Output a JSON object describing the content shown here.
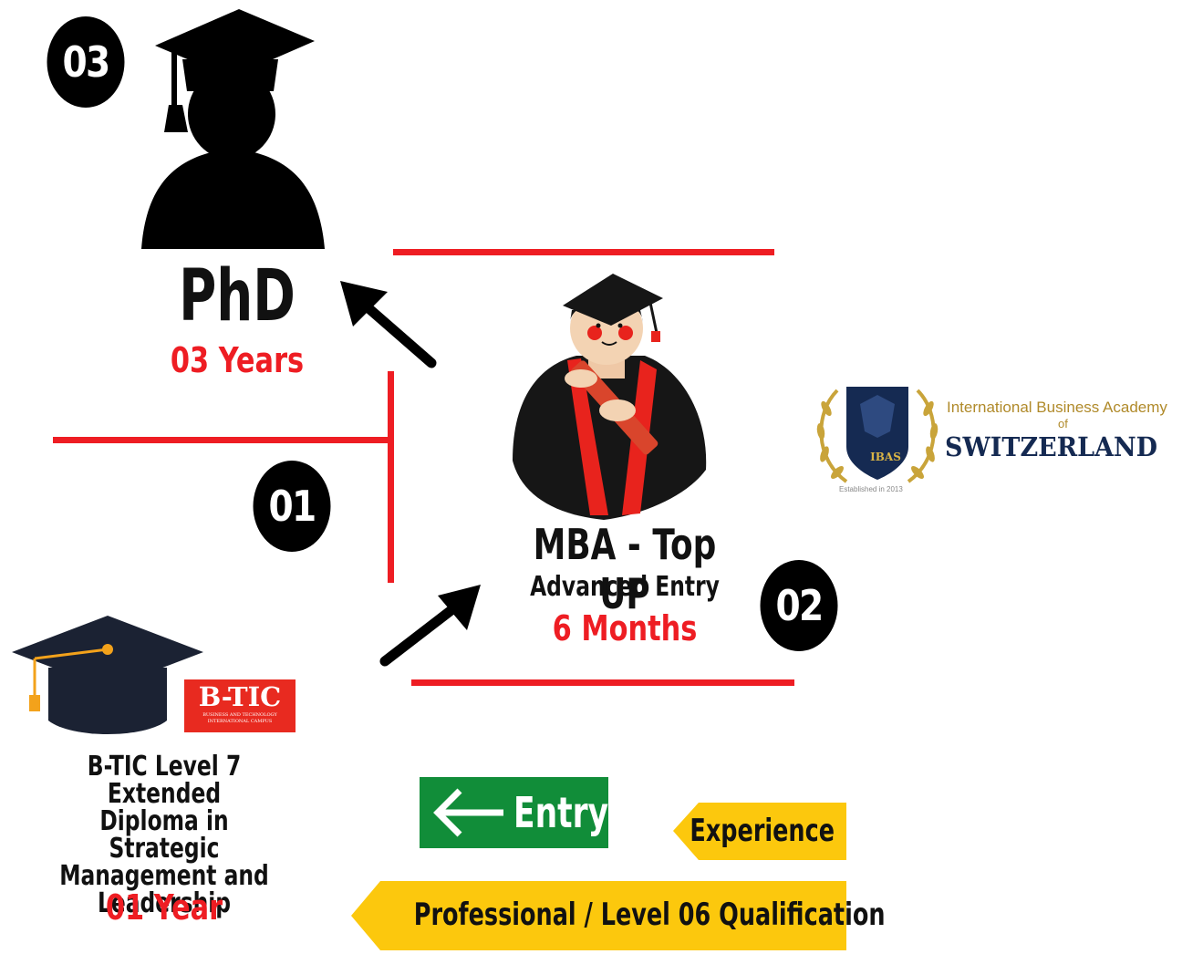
{
  "badges": {
    "step1": "01",
    "step2": "02",
    "step3": "03"
  },
  "phd": {
    "title": "PhD",
    "duration": "03 Years"
  },
  "mba": {
    "title": "MBA - Top UP",
    "subtitle": "Advanced Entry",
    "duration": "6 Months"
  },
  "btic": {
    "title_lines": [
      "B-TIC Level 7 Extended",
      "Diploma in Strategic",
      "Management and",
      "Leadership"
    ],
    "duration": "01 Year",
    "logo_text": "B-TIC",
    "logo_sub_lines": [
      "BUSINESS AND TECHNOLOGY",
      "INTERNATIONAL CAMPUS"
    ]
  },
  "ibas": {
    "name": "International Business Academy",
    "of": "of",
    "country": "SWITZERLAND",
    "established": "Established in 2013",
    "badge_text": "IBAS"
  },
  "legend": {
    "entry": "Entry",
    "experience": "Experience",
    "professional": "Professional / Level 06 Qualification"
  },
  "colors": {
    "red": "#ee1d23",
    "green": "#118d39",
    "yellow": "#fcc80d",
    "navy": "#152a52",
    "gold": "#b08a2a"
  },
  "icons": [
    "graduate-silhouette-icon",
    "graduate-cartoon-icon",
    "mortarboard-icon",
    "left-arrow-icon",
    "diagonal-arrow-icon",
    "laurel-wreath-icon"
  ]
}
